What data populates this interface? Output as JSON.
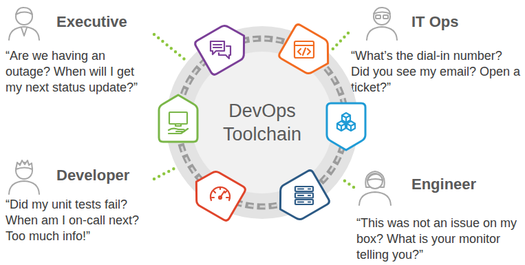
{
  "diagram": {
    "nodes": [
      {
        "text": [
          "Executive",
          "“Are we having an outage? When will I get my next status update?”"
        ]
      },
      {
        "text": [
          "IT Ops",
          "“What’s the dial-in number? Did you see my email? Open a ticket?”"
        ]
      },
      {
        "text": [
          "DevOps Toolchain"
        ]
      },
      {
        "text": [
          "Developer",
          "“Did my unit tests fail? When am I on-call next? Too much info!”"
        ]
      },
      {
        "text": [
          "Engineer",
          "“This was not an issue on my box? What is your monitor telling you?”"
        ]
      }
    ],
    "edges": [
      {
        "from": 0,
        "to": 2,
        "arrow": "none"
      },
      {
        "from": 1,
        "to": 2,
        "arrow": "none"
      },
      {
        "from": 3,
        "to": 2,
        "arrow": "none"
      },
      {
        "from": 4,
        "to": 2,
        "arrow": "none"
      }
    ]
  }
}
